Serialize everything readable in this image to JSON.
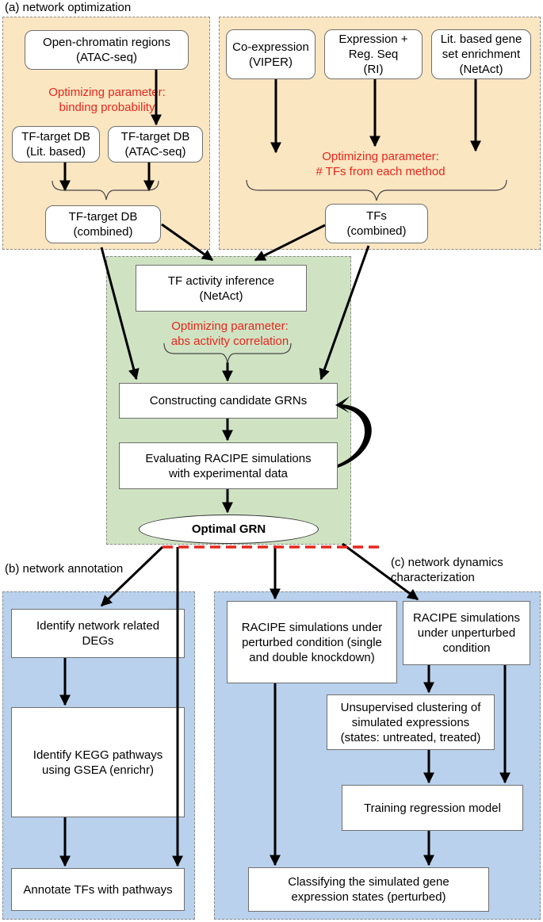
{
  "panel_a": {
    "label": "(a)  network optimization",
    "boxes": {
      "open_chromatin": "Open-chromatin regions\n(ATAC-seq)",
      "tf_db_lit": "TF-target DB\n(Lit. based)",
      "tf_db_atac": "TF-target DB\n(ATAC-seq)",
      "tf_db_combined": "TF-target DB\n(combined)",
      "coexpression": "Co-expression\n(VIPER)",
      "expression_reg": "Expression +\nReg. Seq\n(RI)",
      "lit_gene_set": "Lit. based gene\nset enrichment\n(NetAct)",
      "tfs_combined": "TFs\n(combined)",
      "tf_activity": "TF activity inference\n(NetAct)",
      "candidate_grns": "Constructing candidate GRNs",
      "evaluating": "Evaluating RACIPE simulations\nwith experimental data",
      "optimal_grn": "Optimal GRN"
    },
    "param_binding": "Optimizing parameter:\nbinding probability",
    "param_tfs": "Optimizing parameter:\n# TFs from each method",
    "param_activity": "Optimizing parameter:\nabs activity correlation"
  },
  "panel_b": {
    "label": "(b)   network annotation",
    "boxes": {
      "identify_degs": "Identify network related\nDEGs",
      "identify_kegg": "Identify KEGG pathways\nusing GSEA (enrichr)",
      "annotate_tfs": "Annotate TFs with pathways"
    }
  },
  "panel_c": {
    "label": "(c)   network dynamics\n      characterization",
    "boxes": {
      "perturbed_sim": "RACIPE simulations under\nperturbed condition (single\nand double knockdown)",
      "unperturbed_sim": "RACIPE simulations\nunder unperturbed\ncondition",
      "clustering": "Unsupervised clustering of\nsimulated expressions\n(states: untreated, treated)",
      "training": "Training regression model",
      "classifying": "Classifying the simulated gene\nexpression states (perturbed)"
    }
  },
  "colors": {
    "orange_panel": "#fbe6c2",
    "green_panel": "#cfe3c3",
    "blue_panel": "#b9d1ec",
    "param_text": "#e8261c",
    "divider": "#e8261c"
  }
}
